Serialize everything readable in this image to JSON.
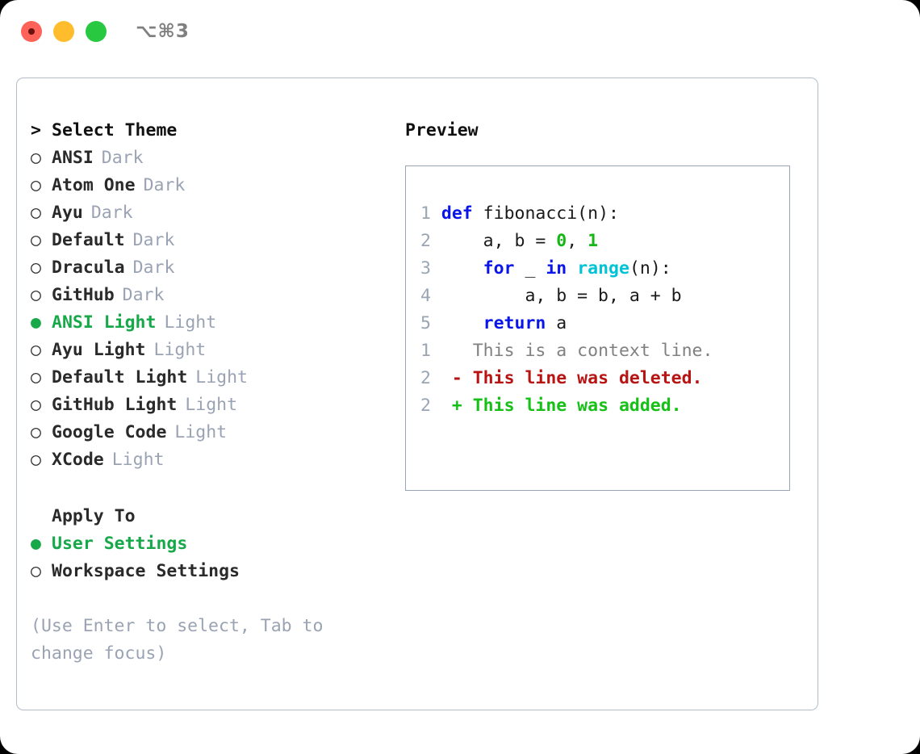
{
  "window": {
    "traffic_lights": [
      {
        "name": "close",
        "color": "#ff6259"
      },
      {
        "name": "minimize",
        "color": "#ffbd2e"
      },
      {
        "name": "maximize",
        "color": "#28c840"
      }
    ],
    "shortcut_label": "⌥⌘3"
  },
  "colors": {
    "accent_green": "#17a84a",
    "muted": "#9aa3b3",
    "border": "#b4bcc8",
    "preview_border": "#9aa5b4",
    "keyword": "#0a16e8",
    "builtin": "#00c3d6",
    "number": "#16b616",
    "diff_added": "#17c017",
    "diff_deleted": "#b81414",
    "diff_context": "#808080"
  },
  "theme_picker": {
    "heading_marker": ">",
    "heading": "Select Theme",
    "bullet_unselected": "○",
    "bullet_selected": "●",
    "items": [
      {
        "name": "ANSI",
        "variant": "Dark",
        "selected": false
      },
      {
        "name": "Atom One",
        "variant": "Dark",
        "selected": false
      },
      {
        "name": "Ayu",
        "variant": "Dark",
        "selected": false
      },
      {
        "name": "Default",
        "variant": "Dark",
        "selected": false
      },
      {
        "name": "Dracula",
        "variant": "Dark",
        "selected": false
      },
      {
        "name": "GitHub",
        "variant": "Dark",
        "selected": false
      },
      {
        "name": "ANSI Light",
        "variant": "Light",
        "selected": true
      },
      {
        "name": "Ayu Light",
        "variant": "Light",
        "selected": false
      },
      {
        "name": "Default Light",
        "variant": "Light",
        "selected": false
      },
      {
        "name": "GitHub Light",
        "variant": "Light",
        "selected": false
      },
      {
        "name": "Google Code",
        "variant": "Light",
        "selected": false
      },
      {
        "name": "XCode",
        "variant": "Light",
        "selected": false
      }
    ]
  },
  "apply_to": {
    "heading": "Apply To",
    "options": [
      {
        "label": "User Settings",
        "selected": true
      },
      {
        "label": "Workspace Settings",
        "selected": false
      }
    ]
  },
  "hint": "(Use Enter to select, Tab to change focus)",
  "preview": {
    "title": "Preview",
    "code_lines": [
      {
        "n": "1",
        "tokens": [
          {
            "t": "def",
            "c": "kw"
          },
          {
            "t": " fibonacci(n):",
            "c": "plain"
          }
        ]
      },
      {
        "n": "2",
        "tokens": [
          {
            "t": "    a, b = ",
            "c": "plain"
          },
          {
            "t": "0",
            "c": "num"
          },
          {
            "t": ", ",
            "c": "plain"
          },
          {
            "t": "1",
            "c": "num"
          }
        ]
      },
      {
        "n": "3",
        "tokens": [
          {
            "t": "    ",
            "c": "plain"
          },
          {
            "t": "for",
            "c": "kw"
          },
          {
            "t": " _ ",
            "c": "plain"
          },
          {
            "t": "in",
            "c": "kw"
          },
          {
            "t": " ",
            "c": "plain"
          },
          {
            "t": "range",
            "c": "bi"
          },
          {
            "t": "(n):",
            "c": "plain"
          }
        ]
      },
      {
        "n": "4",
        "tokens": [
          {
            "t": "        a, b = b, a + b",
            "c": "plain"
          }
        ]
      },
      {
        "n": "5",
        "tokens": [
          {
            "t": "    ",
            "c": "plain"
          },
          {
            "t": "return",
            "c": "kw"
          },
          {
            "t": " a",
            "c": "plain"
          }
        ]
      }
    ],
    "diff_lines": [
      {
        "n": "1",
        "sign": " ",
        "text": "This is a context line.",
        "kind": "context"
      },
      {
        "n": "2",
        "sign": "-",
        "text": "This line was deleted.",
        "kind": "deleted"
      },
      {
        "n": "2",
        "sign": "+",
        "text": "This line was added.",
        "kind": "added"
      }
    ]
  }
}
